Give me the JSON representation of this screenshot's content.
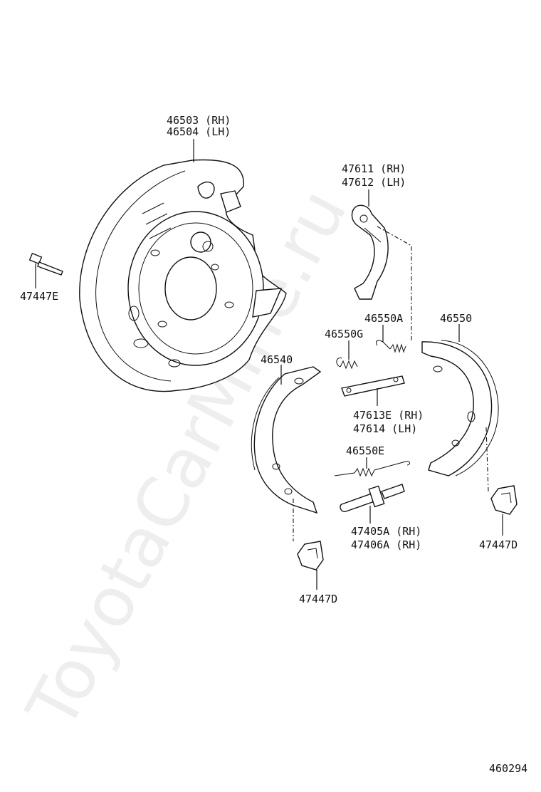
{
  "watermark": "ToyotaCarMine.ru",
  "diagram_number": "460294",
  "labels": {
    "backing_plate": [
      "46503 (RH)",
      "46504 (LH)"
    ],
    "bolt": "47447E",
    "lever": [
      "47611 (RH)",
      "47612 (LH)"
    ],
    "spring_a": "46550A",
    "spring_g": "46550G",
    "shoe_right": "46550",
    "shoe_left": "46540",
    "strut": [
      "47613E (RH)",
      "47614 (LH)"
    ],
    "spring_e": "46550E",
    "adjuster": [
      "47405A (RH)",
      "47406A (RH)"
    ],
    "clip_right": "47447D",
    "clip_left": "47447D"
  }
}
